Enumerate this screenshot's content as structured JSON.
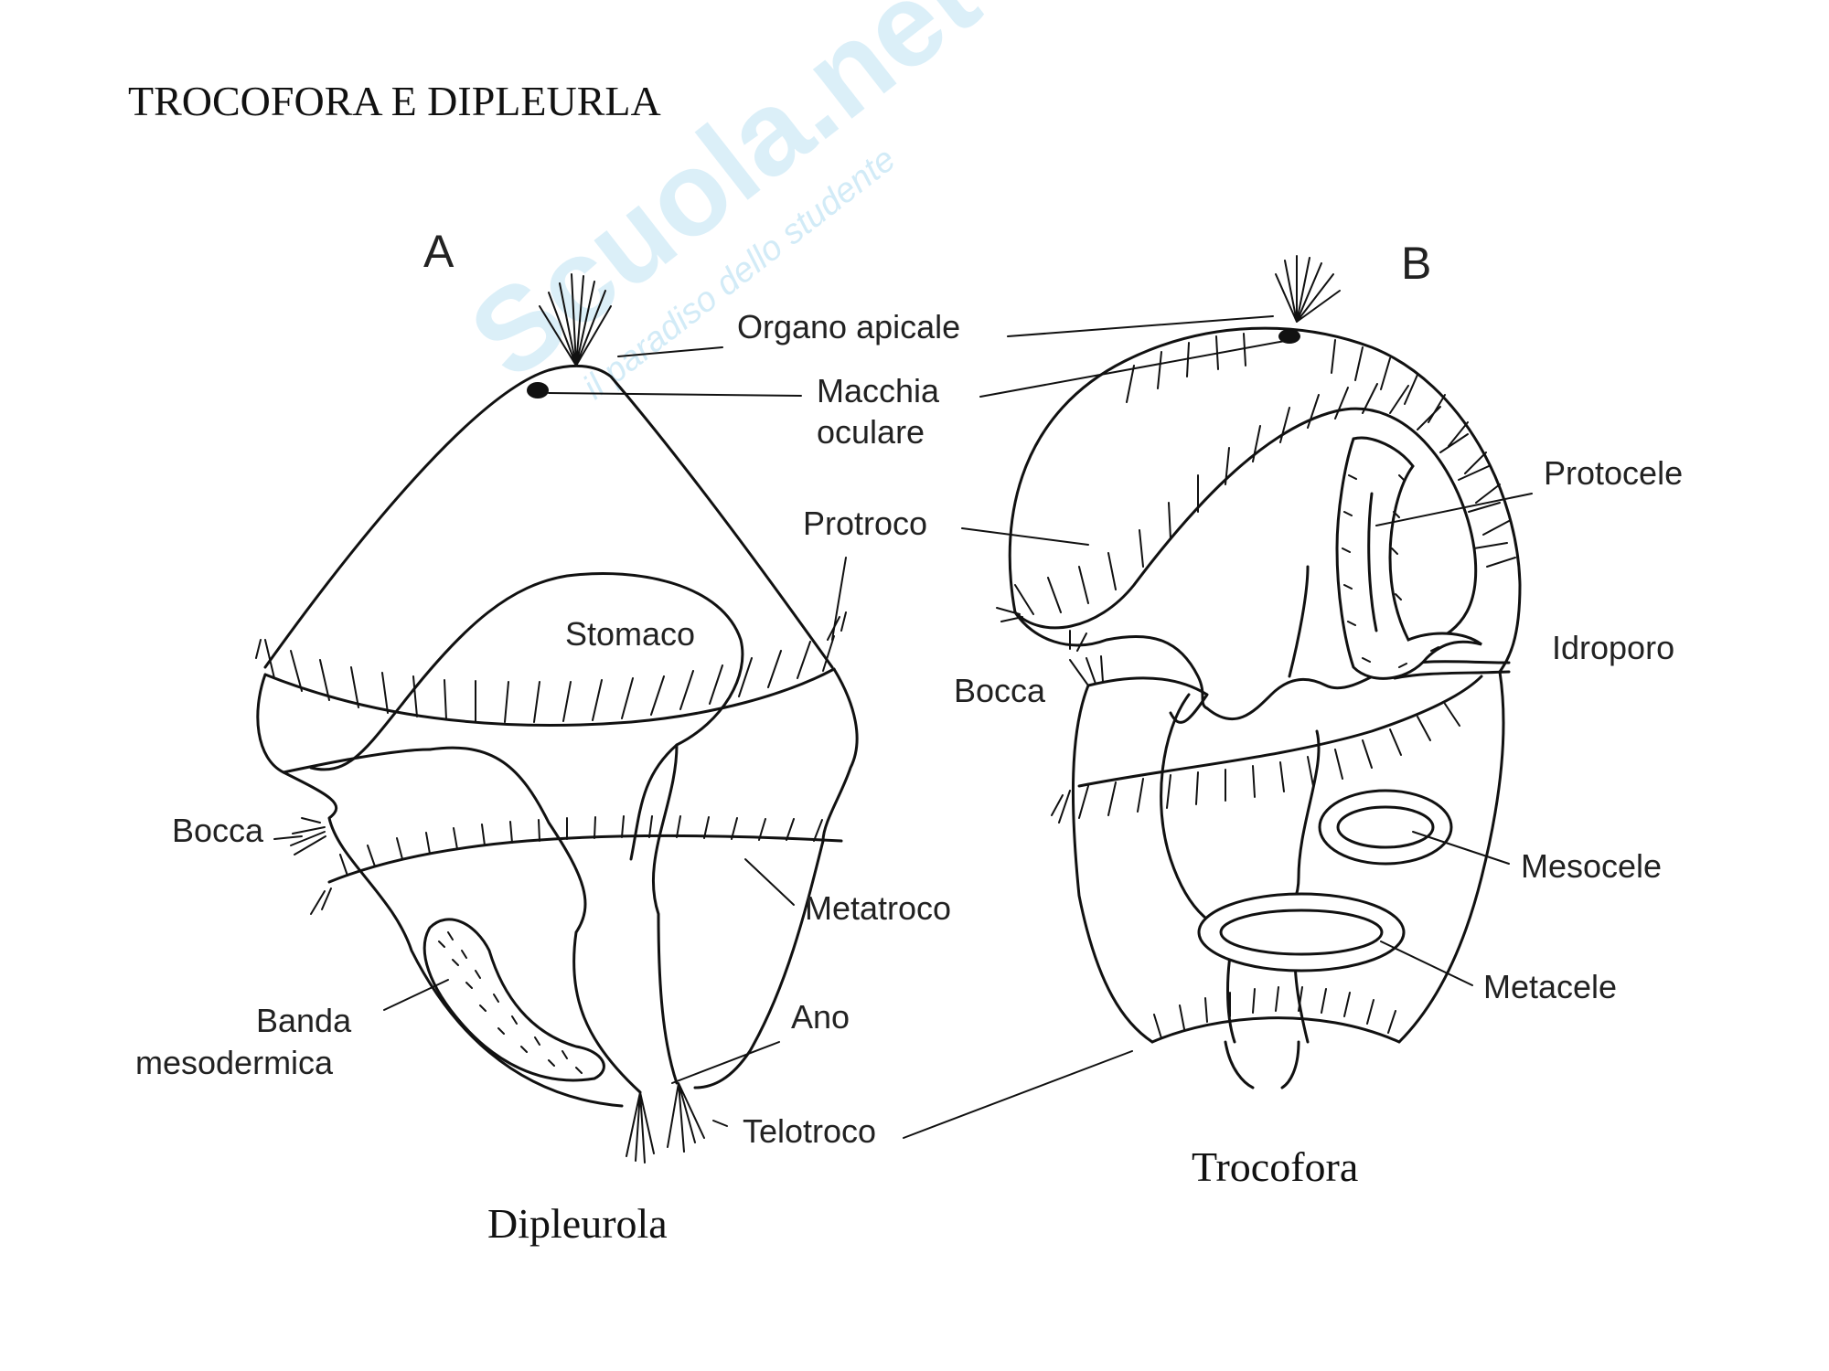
{
  "title": "TROCOFORA E DIPLEURLA",
  "watermark": {
    "brand": "Scuola.net",
    "tagline": "il paradiso dello studente"
  },
  "panels": {
    "a": "A",
    "b": "B"
  },
  "captions": {
    "a": "Dipleurola",
    "b": "Trocofora"
  },
  "labels_a": {
    "organo_apicale": "Organo apicale",
    "macchia_1": "Macchia",
    "macchia_2": "oculare",
    "protroco": "Protroco",
    "stomaco": "Stomaco",
    "bocca": "Bocca",
    "metatroco": "Metatroco",
    "banda_1": "Banda",
    "banda_2": "mesodermica",
    "ano": "Ano",
    "telotroco": "Telotroco"
  },
  "labels_b": {
    "protocele": "Protocele",
    "idroporo": "Idroporo",
    "bocca": "Bocca",
    "mesocele": "Mesocele",
    "metacele": "Metacele"
  },
  "colors": {
    "ink": "#111111",
    "watermark": "#bfe3f4"
  }
}
